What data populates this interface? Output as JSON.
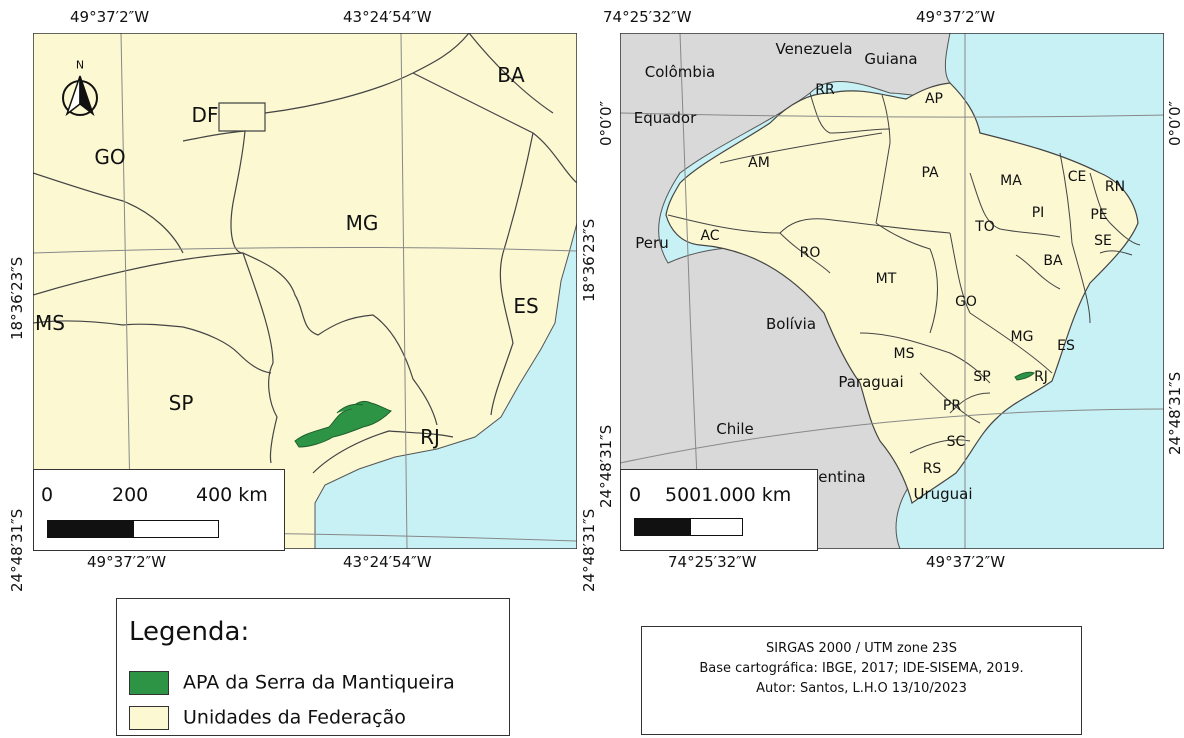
{
  "left_map": {
    "coords_top": [
      "49°37′2″W",
      "43°24′54″W"
    ],
    "coords_bottom": [
      "49°37′2″W",
      "43°24′54″W"
    ],
    "coords_left": [
      "18°36′23″S",
      "24°48′31″S"
    ],
    "coords_right": [
      "18°36′23″S",
      "24°48′31″S"
    ],
    "labels": {
      "go": "GO",
      "df": "DF",
      "mg": "MG",
      "ba": "BA",
      "ms": "MS",
      "sp": "SP",
      "es": "ES",
      "rj": "RJ"
    },
    "north_letter": "N",
    "scale_bar": {
      "t0": "0",
      "t1": "200",
      "t2": "400 km"
    }
  },
  "right_map": {
    "coords_top": [
      "74°25′32″W",
      "49°37′2″W"
    ],
    "coords_bottom": [
      "74°25′32″W",
      "49°37′2″W"
    ],
    "coords_left": [
      "0°0′0″",
      "24°48′31″S"
    ],
    "coords_right": [
      "0°0′0″",
      "24°48′31″S"
    ],
    "labels": {
      "venezuela": "Venezuela",
      "guiana": "Guiana",
      "colombia": "Colômbia",
      "equador": "Equador",
      "peru": "Peru",
      "bolivia": "Bolívia",
      "paraguai": "Paraguai",
      "chile": "Chile",
      "argentina": "entina",
      "uruguai": "Uruguai",
      "rr": "RR",
      "ap": "AP",
      "am": "AM",
      "pa": "PA",
      "ma": "MA",
      "ce": "CE",
      "rn": "RN",
      "pi": "PI",
      "pe": "PE",
      "to": "TO",
      "se": "SE",
      "ac": "AC",
      "ro": "RO",
      "ba": "BA",
      "mt": "MT",
      "go": "GO",
      "mg": "MG",
      "es": "ES",
      "ms": "MS",
      "sp": "SP",
      "rj": "RJ",
      "pr": "PR",
      "sc": "SC",
      "rs": "RS"
    },
    "scale_bar": {
      "t0": "0",
      "t1": "5001.000 km"
    }
  },
  "legend": {
    "title": "Legenda:",
    "items": [
      {
        "label": "APA da Serra da Mantiqueira",
        "color": "#2e9445"
      },
      {
        "label": "Unidades da Federação",
        "color": "#fbf8d2"
      }
    ]
  },
  "credits": {
    "line1": "SIRGAS 2000 / UTM zone 23S",
    "line2": "Base cartográfica: IBGE, 2017; IDE-SISEMA, 2019.",
    "line3": "Autor: Santos, L.H.O 13/10/2023"
  },
  "colors": {
    "land": "#fbf8d2",
    "ocean": "#c8f1f5",
    "foreign": "#d9d9d9",
    "apa": "#2e9445",
    "border": "#333333"
  }
}
